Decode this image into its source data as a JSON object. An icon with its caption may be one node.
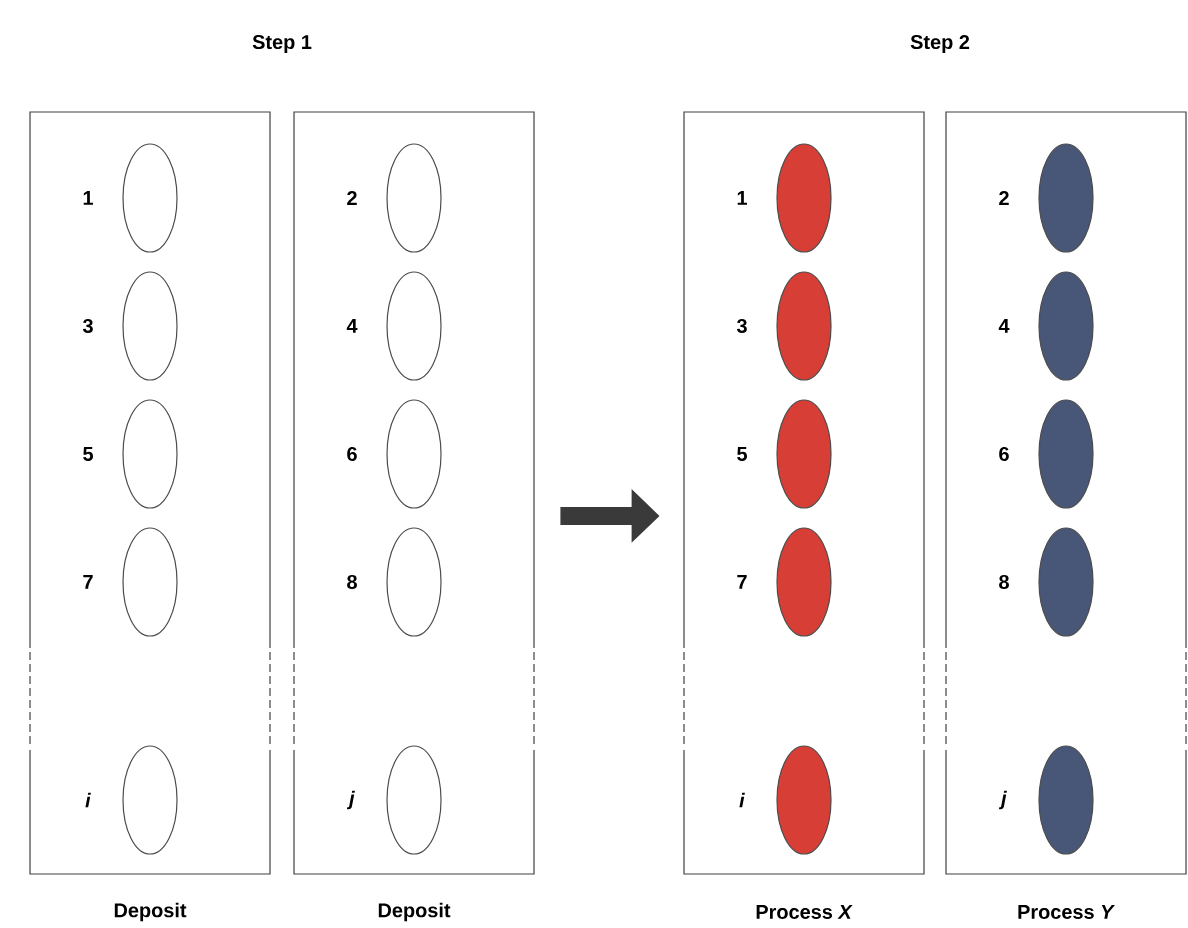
{
  "diagram": {
    "nodes": [
      {
        "text": [
          "Deposit"
        ]
      },
      {
        "text": [],
        "shape": "ellipse",
        "in": 0,
        "beside": [
          "1"
        ]
      },
      {
        "text": [],
        "shape": "ellipse",
        "in": 0,
        "beside": [
          "3"
        ]
      },
      {
        "text": [],
        "shape": "ellipse",
        "in": 0,
        "beside": [
          "5"
        ]
      },
      {
        "text": [],
        "shape": "ellipse",
        "in": 0,
        "beside": [
          "7"
        ]
      },
      {
        "text": [],
        "shape": "ellipse",
        "in": 0,
        "beside": [
          "*i*"
        ]
      },
      {
        "text": [
          "Deposit"
        ]
      },
      {
        "text": [],
        "shape": "ellipse",
        "in": 6,
        "beside": [
          "2"
        ]
      },
      {
        "text": [],
        "shape": "ellipse",
        "in": 6,
        "beside": [
          "4"
        ]
      },
      {
        "text": [],
        "shape": "ellipse",
        "in": 6,
        "beside": [
          "6"
        ]
      },
      {
        "text": [],
        "shape": "ellipse",
        "in": 6,
        "beside": [
          "8"
        ]
      },
      {
        "text": [],
        "shape": "ellipse",
        "in": 6,
        "beside": [
          "*j*"
        ]
      },
      {
        "text": [
          "Process *X*"
        ]
      },
      {
        "text": [],
        "shape": "ellipse",
        "in": 12,
        "beside": [
          "1"
        ]
      },
      {
        "text": [],
        "shape": "ellipse",
        "in": 12,
        "beside": [
          "3"
        ]
      },
      {
        "text": [],
        "shape": "ellipse",
        "in": 12,
        "beside": [
          "5"
        ]
      },
      {
        "text": [],
        "shape": "ellipse",
        "in": 12,
        "beside": [
          "7"
        ]
      },
      {
        "text": [],
        "shape": "ellipse",
        "in": 12,
        "beside": [
          "*i*"
        ]
      },
      {
        "text": [
          "Process *Y*"
        ]
      },
      {
        "text": [],
        "shape": "ellipse",
        "in": 18,
        "beside": [
          "2"
        ]
      },
      {
        "text": [],
        "shape": "ellipse",
        "in": 18,
        "beside": [
          "4"
        ]
      },
      {
        "text": [],
        "shape": "ellipse",
        "in": 18,
        "beside": [
          "6"
        ]
      },
      {
        "text": [],
        "shape": "ellipse",
        "in": 18,
        "beside": [
          "8"
        ]
      },
      {
        "text": [],
        "shape": "ellipse",
        "in": 18,
        "beside": [
          "*j*"
        ]
      }
    ],
    "edges": [
      {
        "from": 6,
        "to": 12,
        "arrow": "to"
      }
    ],
    "labels": [
      "Step 1",
      "Step 2"
    ]
  }
}
